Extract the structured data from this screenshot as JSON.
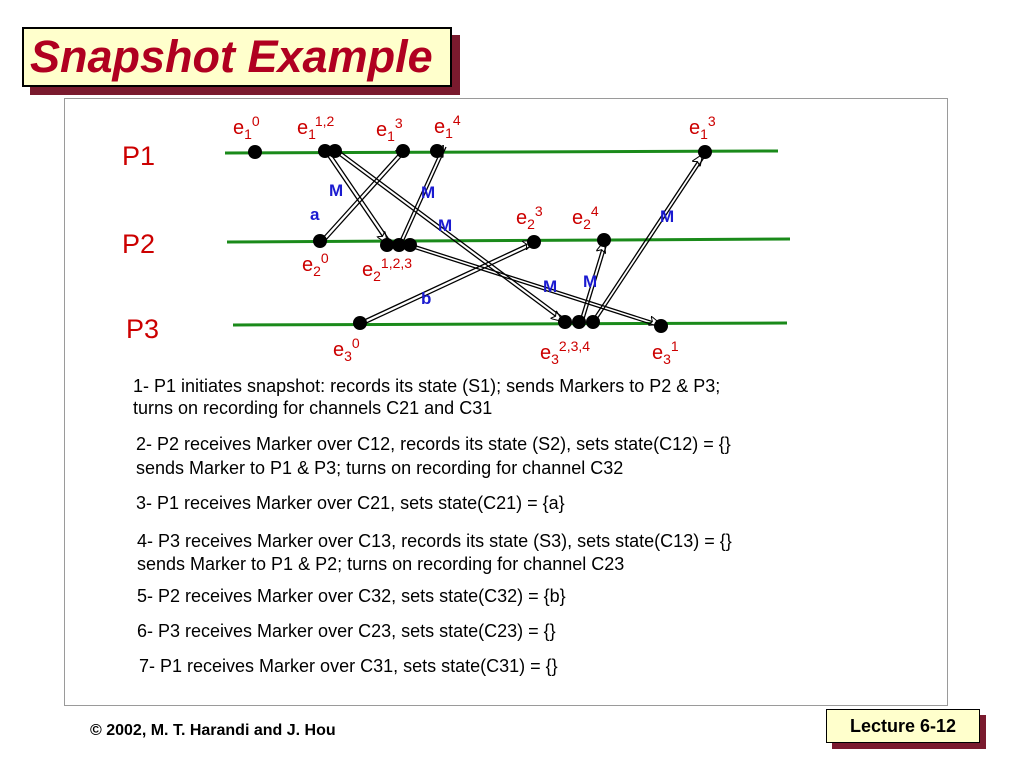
{
  "title": "Snapshot  Example",
  "processes": [
    "P1",
    "P2",
    "P3"
  ],
  "events": {
    "e1_0": {
      "base": "e",
      "sub": "1",
      "sup": "0"
    },
    "e1_12": {
      "base": "e",
      "sub": "1",
      "sup": "1,2"
    },
    "e1_3a": {
      "base": "e",
      "sub": "1",
      "sup": "3"
    },
    "e1_4": {
      "base": "e",
      "sub": "1",
      "sup": "4"
    },
    "e1_3b": {
      "base": "e",
      "sub": "1",
      "sup": "3"
    },
    "e2_0": {
      "base": "e",
      "sub": "2",
      "sup": "0"
    },
    "e2_123": {
      "base": "e",
      "sub": "2",
      "sup": "1,2,3"
    },
    "e2_3": {
      "base": "e",
      "sub": "2",
      "sup": "3"
    },
    "e2_4": {
      "base": "e",
      "sub": "2",
      "sup": "4"
    },
    "e3_0": {
      "base": "e",
      "sub": "3",
      "sup": "0"
    },
    "e3_234": {
      "base": "e",
      "sub": "3",
      "sup": "2,3,4"
    },
    "e3_1": {
      "base": "e",
      "sub": "3",
      "sup": "1"
    }
  },
  "message_labels": {
    "m1": "M",
    "m2": "M",
    "m3": "M",
    "m4": "M",
    "m5": "M",
    "m6": "M",
    "a": "a",
    "b": "b"
  },
  "steps": [
    "1- P1 initiates snapshot: records its state (S1); sends Markers to P2 & P3;",
    "turns on recording for channels C21 and C31",
    "2- P2 receives Marker over C12, records its state (S2), sets state(C12) = {}",
    "sends Marker to P1 & P3; turns on recording for channel C32",
    "3- P1 receives Marker over C21, sets state(C21) = {a}",
    "4- P3 receives Marker over C13, records its state (S3), sets state(C13) = {}",
    "sends Marker to P1 & P2; turns on recording for channel C23",
    "5- P2 receives Marker over C32, sets state(C32) = {b}",
    "6- P3 receives Marker over C23, sets state(C23) = {}",
    "7- P1 receives Marker over C31, sets state(C31) = {}"
  ],
  "footer": "© 2002, M. T. Harandi and J. Hou",
  "lecture": "Lecture 6-12",
  "colors": {
    "title": "#b00020",
    "event": "#cc0000",
    "message": "#1a1ad0",
    "line": "#1a8a1a"
  }
}
